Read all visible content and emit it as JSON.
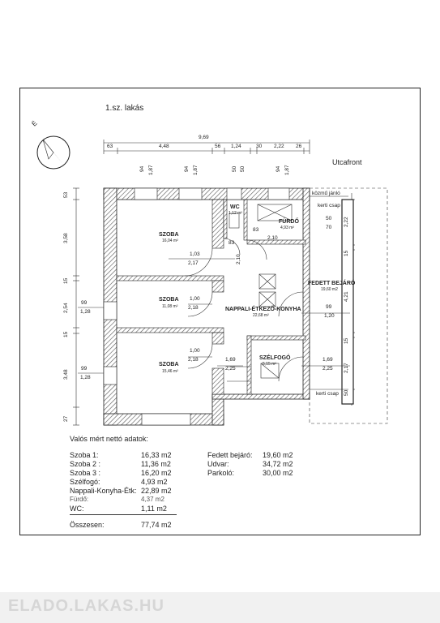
{
  "header": {
    "title": "1.sz. lakás",
    "street": "Utcafront",
    "north": "É"
  },
  "rooms": {
    "szoba1": {
      "name": "SZOBA",
      "area": "16,04 m²"
    },
    "szoba2": {
      "name": "SZOBA",
      "area": "11,08 m²"
    },
    "szoba3": {
      "name": "SZOBA",
      "area": "15,46 m²"
    },
    "wc": {
      "name": "WC",
      "area": "1,12 m²"
    },
    "furdo": {
      "name": "FÜRDŐ",
      "area": "4,93 m²"
    },
    "fedett": {
      "name": "FEDETT BEJÁRÓ",
      "area": "19,60 m2"
    },
    "nappali": {
      "name": "NAPPALI-ÉTKEZŐ-KONYHA",
      "area": "22,68 m²"
    },
    "szelfogo": {
      "name": "SZÉLFOGÓ",
      "area": "5,15 m²"
    }
  },
  "labels": {
    "kozmu": "közmű jánló",
    "kerti1": "kerti csap",
    "kerti2": "kerti csap"
  },
  "dims": {
    "total": "9,69",
    "top": [
      "63",
      "4,48",
      "56",
      "1,24",
      "30",
      "2,22",
      "26"
    ],
    "vert_top": [
      "94",
      "1,87",
      "94",
      "1,87",
      "50",
      "50",
      "94",
      "1,87"
    ],
    "left": [
      "53",
      "3,58",
      "15",
      "2,54",
      "15",
      "3,48",
      "27"
    ],
    "right": [
      "2,22",
      "15",
      "4,21",
      "15",
      "2,17",
      "50"
    ],
    "door_w1": "1,03",
    "door_h1": "2,17",
    "door_w2": "1,00",
    "door_h2": "2,18",
    "door_w3": "1,00",
    "door_h3": "2,18",
    "wc_w": "83",
    "wc_h": "2,10",
    "wc_w2": "83",
    "wc_h2": "2,10",
    "furdo_w": "50",
    "furdo_h": "70",
    "bej_w": "99",
    "bej_h": "1,20",
    "sz_w": "1,69",
    "sz_h": "2,25",
    "sz_w2": "1,69",
    "sz_h2": "2,25",
    "win_w1": "99",
    "win_h1": "1,28",
    "win_w2": "99",
    "win_h2": "1,28"
  },
  "summary": {
    "heading": "Valós mért nettó adatok:",
    "items": [
      {
        "label": "Szoba 1:",
        "value": "16,33 m2"
      },
      {
        "label": "Szoba 2 :",
        "value": "11,36 m2"
      },
      {
        "label": "Szoba 3 :",
        "value": "16,20 m2"
      },
      {
        "label": "Szélfogó:",
        "value": "4,93 m2"
      },
      {
        "label": "Nappali-Konyha-Étk:",
        "value": "22,89 m2"
      },
      {
        "label": "Fürdő:",
        "value": "4,37 m2"
      },
      {
        "label": "WC:",
        "value": "1,11 m2"
      }
    ],
    "right": [
      {
        "label": "Fedett bejáró:",
        "value": "19,60 m2"
      },
      {
        "label": "Udvar:",
        "value": "34,72 m2"
      },
      {
        "label": "Parkoló:",
        "value": "30,00 m2"
      }
    ],
    "total_label": "Összesen:",
    "total_value": "77,74 m2"
  },
  "watermark": "ELADO.LAKAS.HU"
}
